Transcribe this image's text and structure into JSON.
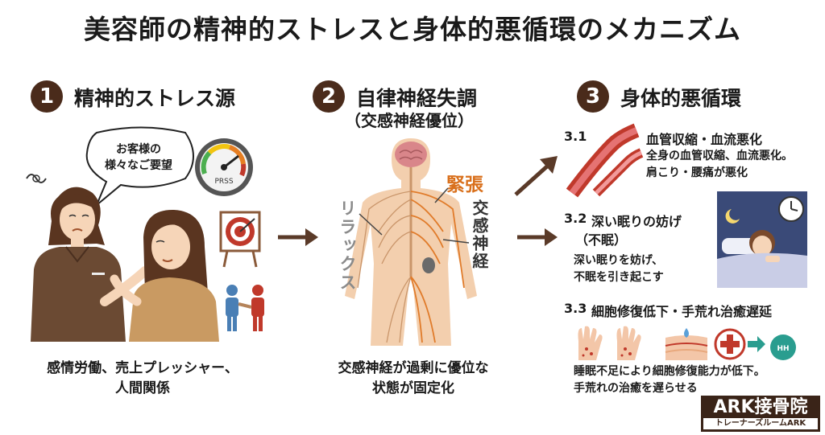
{
  "title": "美容師の精神的ストレスと身体的悪循環のメカニズム",
  "sections": [
    {
      "number": "1",
      "title": "精神的ストレス源",
      "bubble": "お客様の\n様々なご要望",
      "gauge_label": "PRSS",
      "caption_line1": "感情労働、売上プレッシャー、",
      "caption_line2": "人間関係"
    },
    {
      "number": "2",
      "title": "自律神経失調",
      "subtitle": "（交感神経優位）",
      "label_relax": "リラックス",
      "label_tension": "緊張",
      "label_sympathetic": "交感神経",
      "caption_line1": "交感神経が過剰に優位な",
      "caption_line2": "状態が固定化"
    },
    {
      "number": "3",
      "title": "身体的悪循環",
      "items": [
        {
          "id": "3.1",
          "heading": "血管収縮・血流悪化",
          "line1": "全身の血管収縮、血流悪化。",
          "line2": "肩こり・腰痛が悪化"
        },
        {
          "id": "3.2",
          "heading": "深い眠りの妨げ",
          "heading2": "（不眠）",
          "line1": "深い眠りを妨げ、",
          "line2": "不眠を引き起こす"
        },
        {
          "id": "3.3",
          "heading": "細胞修復低下・手荒れ治癒遅延",
          "line1": "睡眠不足により細胞修復能力が低下。",
          "line2": "手荒れの治癒を遅らせる"
        }
      ]
    }
  ],
  "brand": {
    "name": "ARK接骨院",
    "tagline": "トレーナーズルームARK"
  },
  "colors": {
    "dark_brown": "#4a2b1b",
    "arrow_brown": "#5a3a28",
    "nerve_orange": "#e07b2a",
    "accent_red": "#c0392b"
  }
}
